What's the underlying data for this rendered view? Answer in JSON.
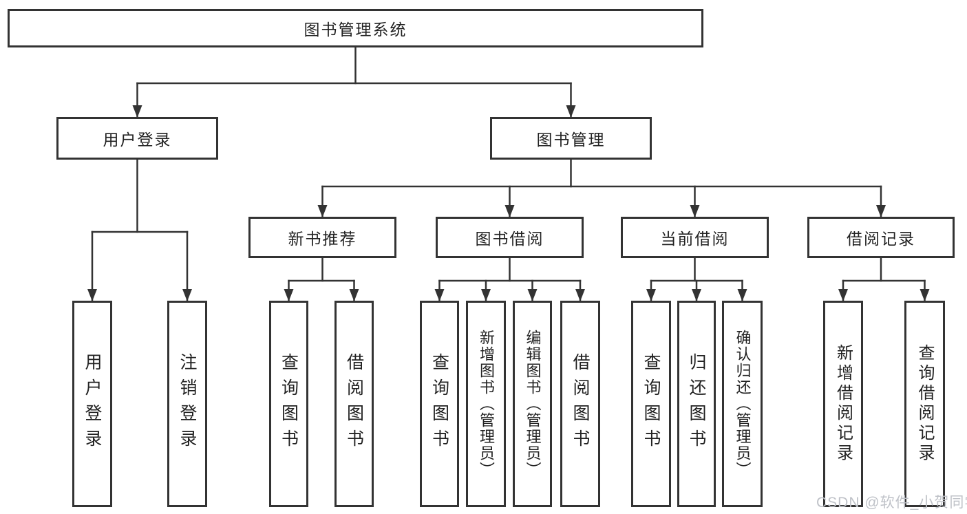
{
  "diagram": {
    "title": "图书管理系统",
    "nodes": {
      "root": {
        "label": "图书管理系统"
      },
      "user_login": {
        "label": "用户登录"
      },
      "book_mgmt": {
        "label": "图书管理"
      },
      "new_books": {
        "label": "新书推荐"
      },
      "book_borrow": {
        "label": "图书借阅"
      },
      "current_borrow": {
        "label": "当前借阅"
      },
      "borrow_records": {
        "label": "借阅记录"
      },
      "login": {
        "label": "用户登录"
      },
      "logout": {
        "label": "注销登录"
      },
      "nb_query": {
        "label": "查询图书"
      },
      "nb_borrow": {
        "label": "借阅图书"
      },
      "bb_query": {
        "label": "查询图书"
      },
      "bb_add": {
        "label": "新增图书（管理员）"
      },
      "bb_edit": {
        "label": "编辑图书（管理员）"
      },
      "bb_borrow": {
        "label": "借阅图书"
      },
      "cb_query": {
        "label": "查询图书"
      },
      "cb_return": {
        "label": "归还图书"
      },
      "cb_confirm": {
        "label": "确认归还（管理员）"
      },
      "br_add": {
        "label": "新增借阅记录"
      },
      "br_query": {
        "label": "查询借阅记录"
      }
    }
  },
  "watermark": {
    "text": "CSDN @软件_小贺同学"
  },
  "colors": {
    "line": "#333333",
    "box_border": "#333333",
    "text": "#222222",
    "watermark": "#bfc2c8",
    "background": "#ffffff"
  }
}
